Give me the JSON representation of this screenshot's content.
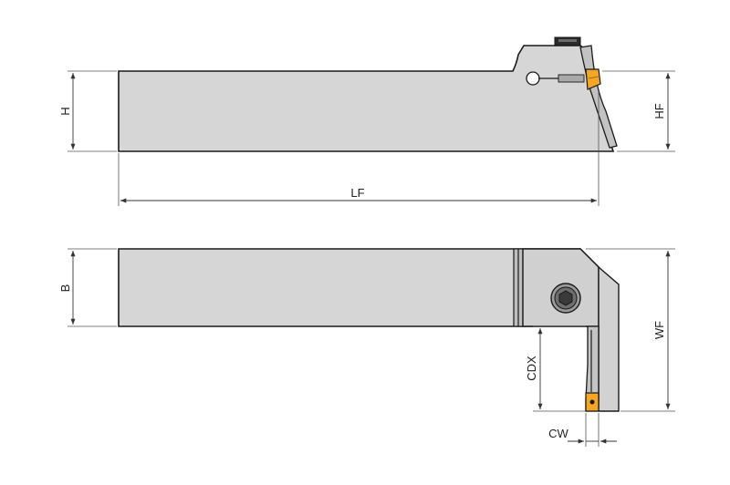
{
  "dimensions": {
    "H": "H",
    "HF": "HF",
    "LF": "LF",
    "B": "B",
    "WF": "WF",
    "CDX": "CDX",
    "CW": "CW"
  },
  "colors": {
    "body": "#d6d6d6",
    "body_dark": "#b9b9b9",
    "insert": "#f5a623",
    "outline": "#1a1a1a",
    "dimension": "#333333"
  },
  "icons": {
    "clamp_screw": "hex-socket-screw-icon",
    "insert": "cutting-insert-icon"
  }
}
